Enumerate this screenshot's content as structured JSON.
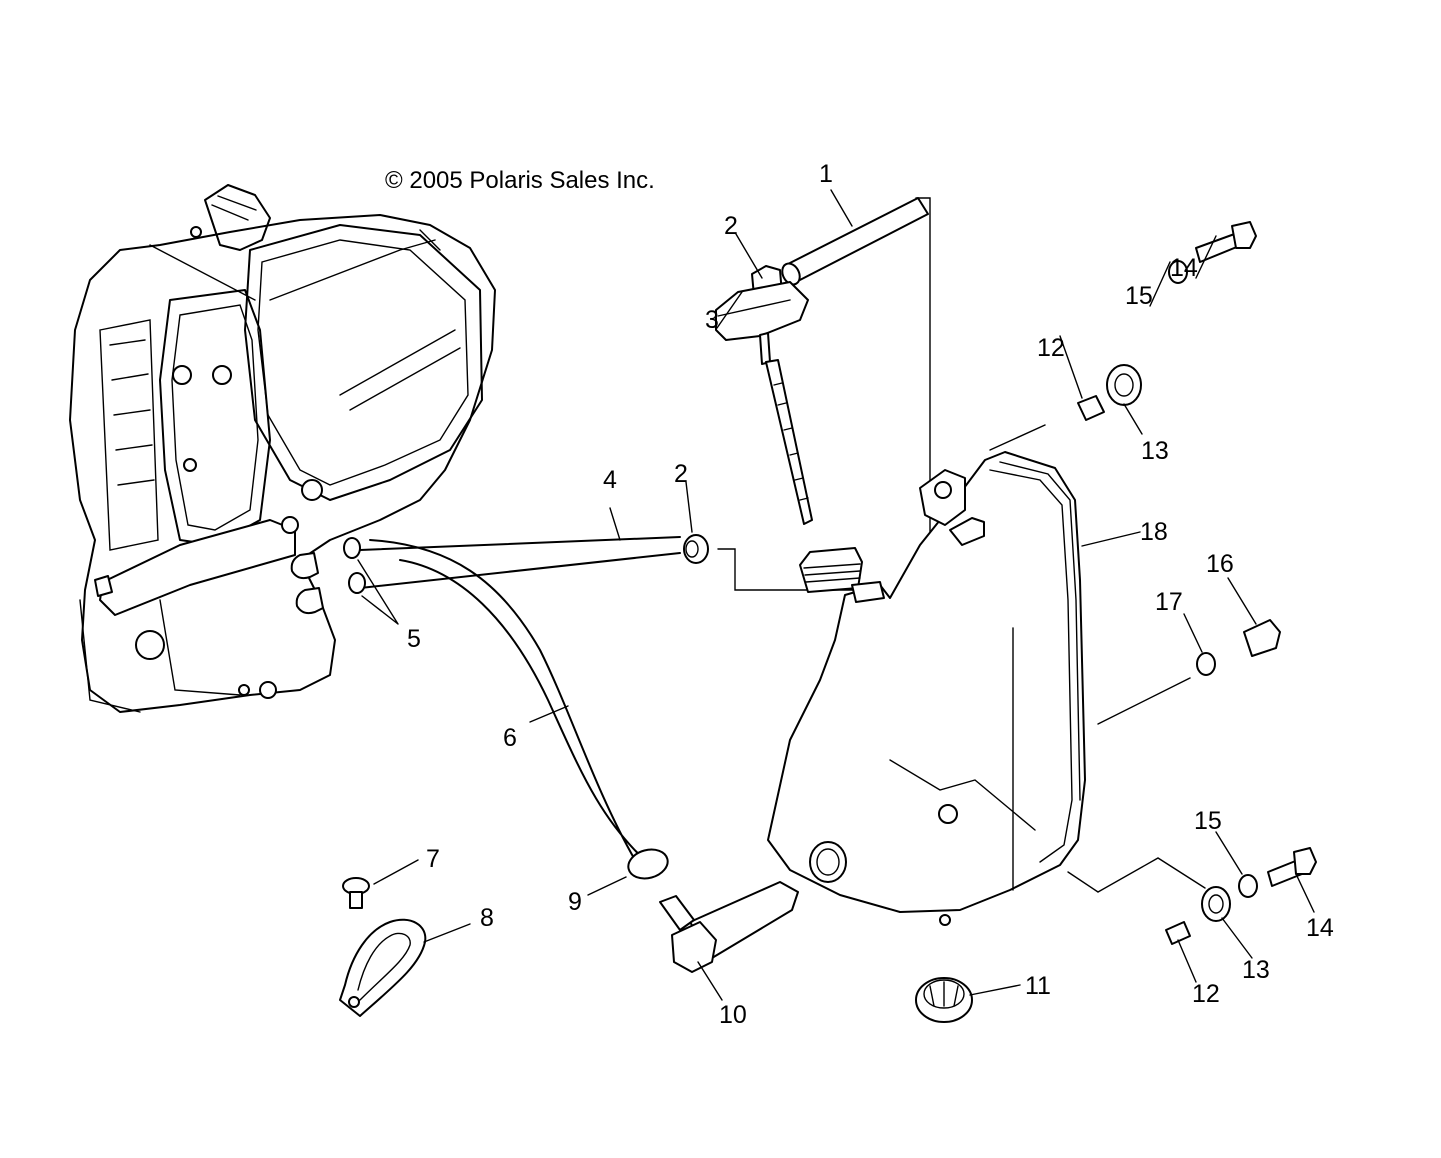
{
  "copyright": "© 2005 Polaris Sales Inc.",
  "callouts": [
    "1",
    "2",
    "3",
    "2",
    "4",
    "5",
    "6",
    "7",
    "8",
    "9",
    "10",
    "11",
    "12",
    "13",
    "15",
    "14",
    "18",
    "16",
    "17",
    "15",
    "14",
    "13",
    "12"
  ]
}
